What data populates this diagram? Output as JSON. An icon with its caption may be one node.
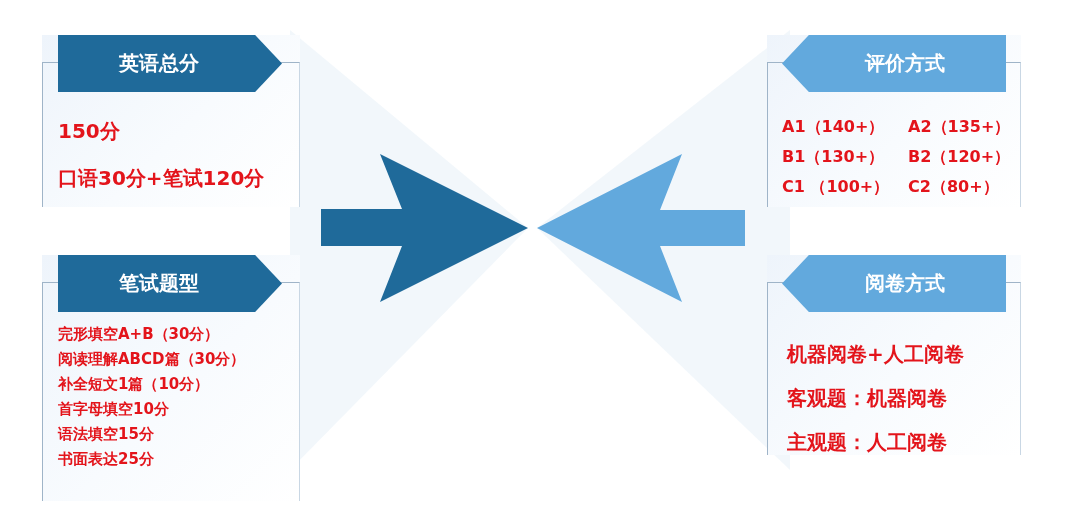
{
  "diagram": {
    "nodes": [
      {
        "text": [
          "英语总分",
          "150分",
          "口语30分+笔试120分"
        ]
      },
      {
        "text": [
          "笔试题型",
          "完形填空A+B（30分）",
          "阅读理解ABCD篇（30分）",
          "补全短文1篇（10分）",
          "首字母填空10分",
          "语法填空15分",
          "书面表达25分"
        ]
      },
      {
        "text": [
          "评价方式",
          "A1（140+）",
          "A2（135+）",
          "B1（130+）",
          "B2（120+）",
          "C1 （100+）",
          "C2（80+）"
        ]
      },
      {
        "text": [
          "阅卷方式",
          "机器阅卷+人工阅卷",
          "客观题：机器阅卷",
          "主观题：人工阅卷"
        ]
      }
    ]
  }
}
